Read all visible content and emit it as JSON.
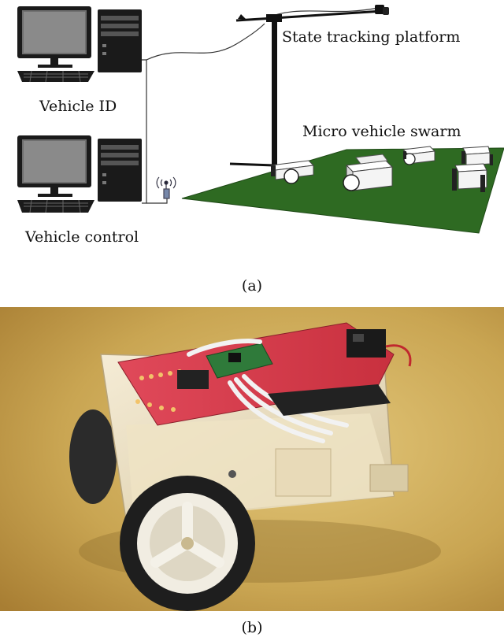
{
  "panel_a": {
    "labels": {
      "vehicle_id": "Vehicle ID",
      "vehicle_control": "Vehicle control",
      "tracking": "State tracking platform",
      "swarm": "Micro vehicle swarm"
    },
    "caption": "(a)"
  },
  "panel_b": {
    "caption": "(b)"
  }
}
